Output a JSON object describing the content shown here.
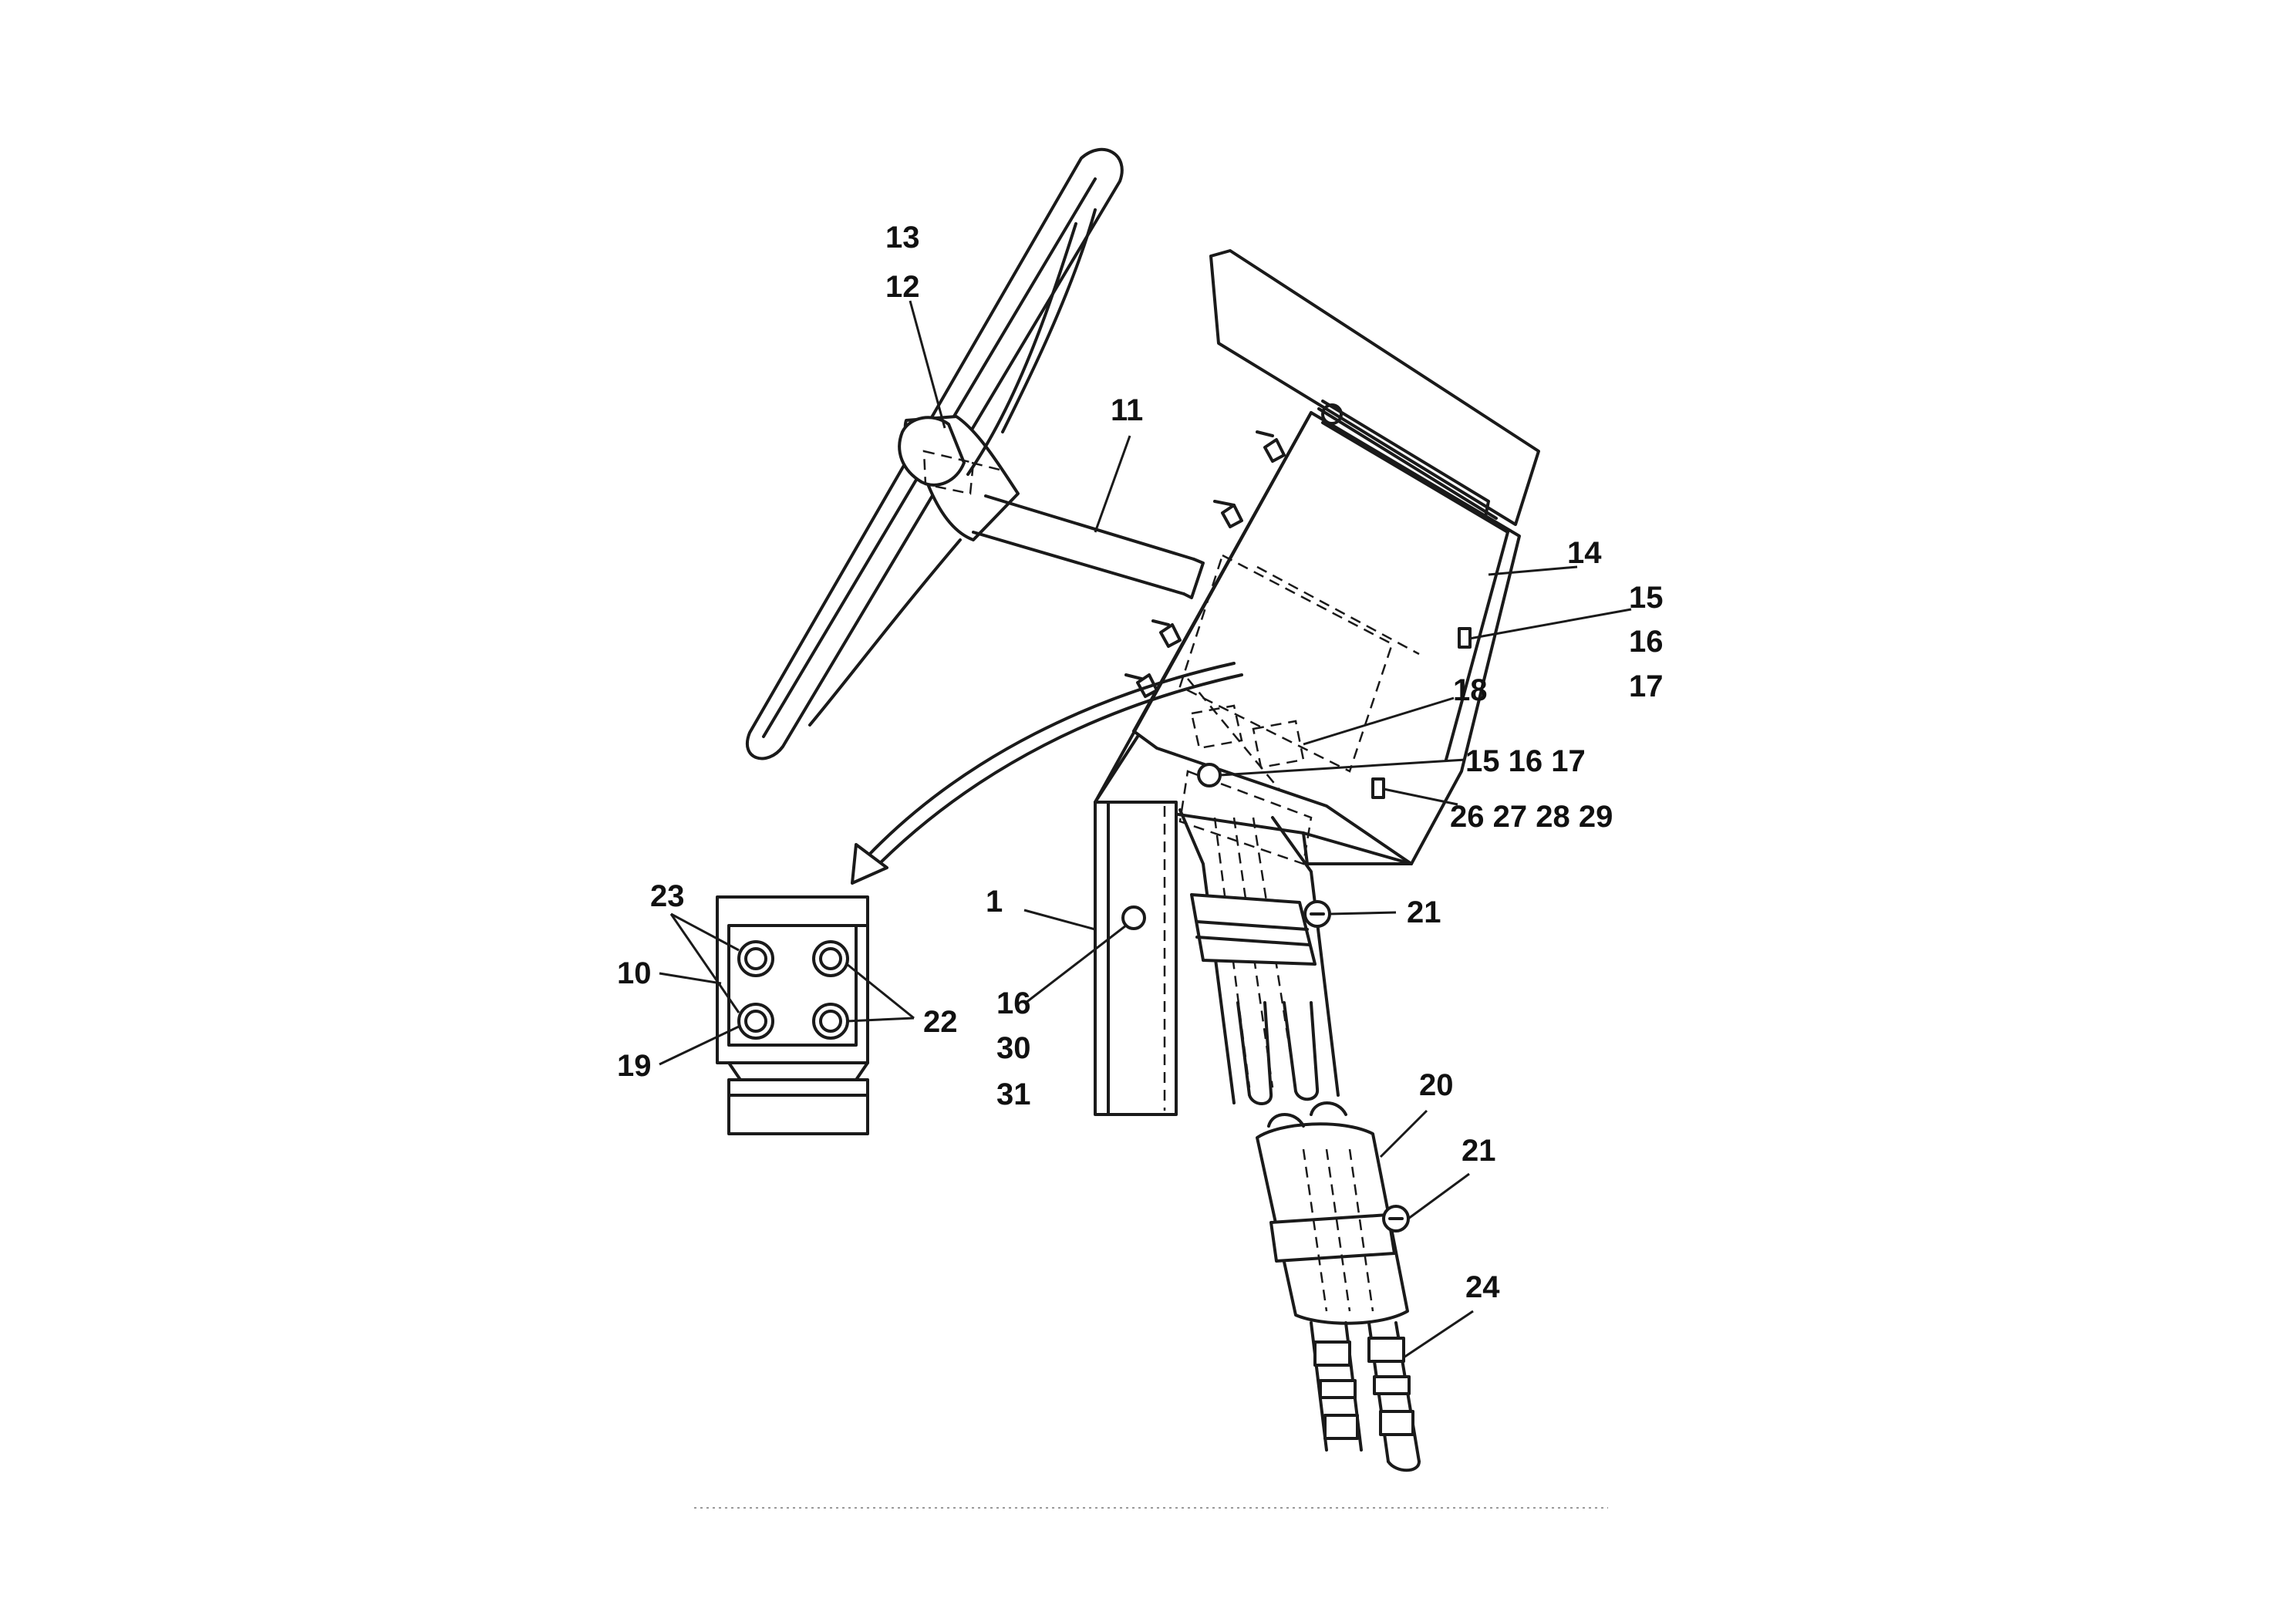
{
  "diagram": {
    "callouts": [
      {
        "id": "c13a",
        "text": "13"
      },
      {
        "id": "c12",
        "text": "12"
      },
      {
        "id": "c11",
        "text": "11"
      },
      {
        "id": "c14",
        "text": "14"
      },
      {
        "id": "c15a",
        "text": "15"
      },
      {
        "id": "c16a",
        "text": "16"
      },
      {
        "id": "c17a",
        "text": "17"
      },
      {
        "id": "c18",
        "text": "18"
      },
      {
        "id": "c15b",
        "text": "15 16 17"
      },
      {
        "id": "c26",
        "text": "26 27 28 29"
      },
      {
        "id": "c21a",
        "text": "21"
      },
      {
        "id": "c1",
        "text": "1"
      },
      {
        "id": "c16b",
        "text": "16"
      },
      {
        "id": "c30",
        "text": "30"
      },
      {
        "id": "c31",
        "text": "31"
      },
      {
        "id": "c23",
        "text": "23"
      },
      {
        "id": "c10",
        "text": "10"
      },
      {
        "id": "c22",
        "text": "22"
      },
      {
        "id": "c19",
        "text": "19"
      },
      {
        "id": "c20",
        "text": "20"
      },
      {
        "id": "c21b",
        "text": "21"
      },
      {
        "id": "c24",
        "text": "24"
      }
    ]
  }
}
